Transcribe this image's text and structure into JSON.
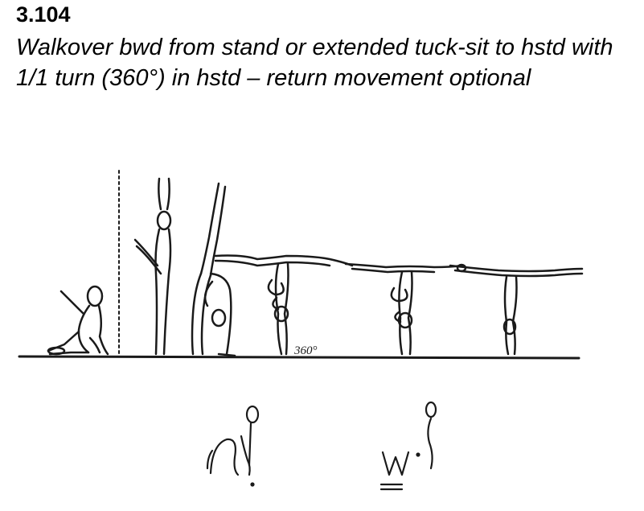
{
  "element": {
    "number": "3.104",
    "description": "Walkover bwd from stand or extended tuck-sit to hstd with 1/1 turn (360°) in hstd – return movement optional"
  },
  "illustration": {
    "turn_label": "360°"
  },
  "colors": {
    "ink": "#1a1a1a",
    "background": "#ffffff"
  }
}
